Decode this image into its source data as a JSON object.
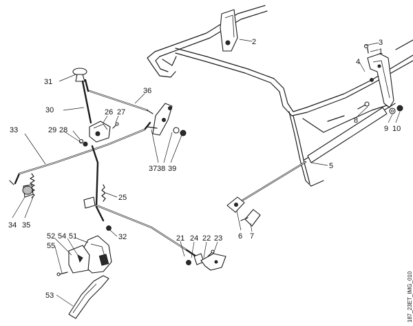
{
  "diagram": {
    "reference_code": "187_23ET_IMG_010",
    "callouts": {
      "c1": "1",
      "c2": "2",
      "c3": "3",
      "c4": "4",
      "c5": "5",
      "c6": "6",
      "c7": "7",
      "c8": "8",
      "c9": "9",
      "c10": "10",
      "c21": "21",
      "c22": "22",
      "c23": "23",
      "c24": "24",
      "c25": "25",
      "c26": "26",
      "c27": "27",
      "c28": "28",
      "c29": "29",
      "c30": "30",
      "c31": "31",
      "c32": "32",
      "c33": "33",
      "c34": "34",
      "c35": "35",
      "c36": "36",
      "c37": "37",
      "c38": "38",
      "c39": "39",
      "c51": "51",
      "c52": "52",
      "c53": "53",
      "c54": "54",
      "c55": "55"
    }
  }
}
